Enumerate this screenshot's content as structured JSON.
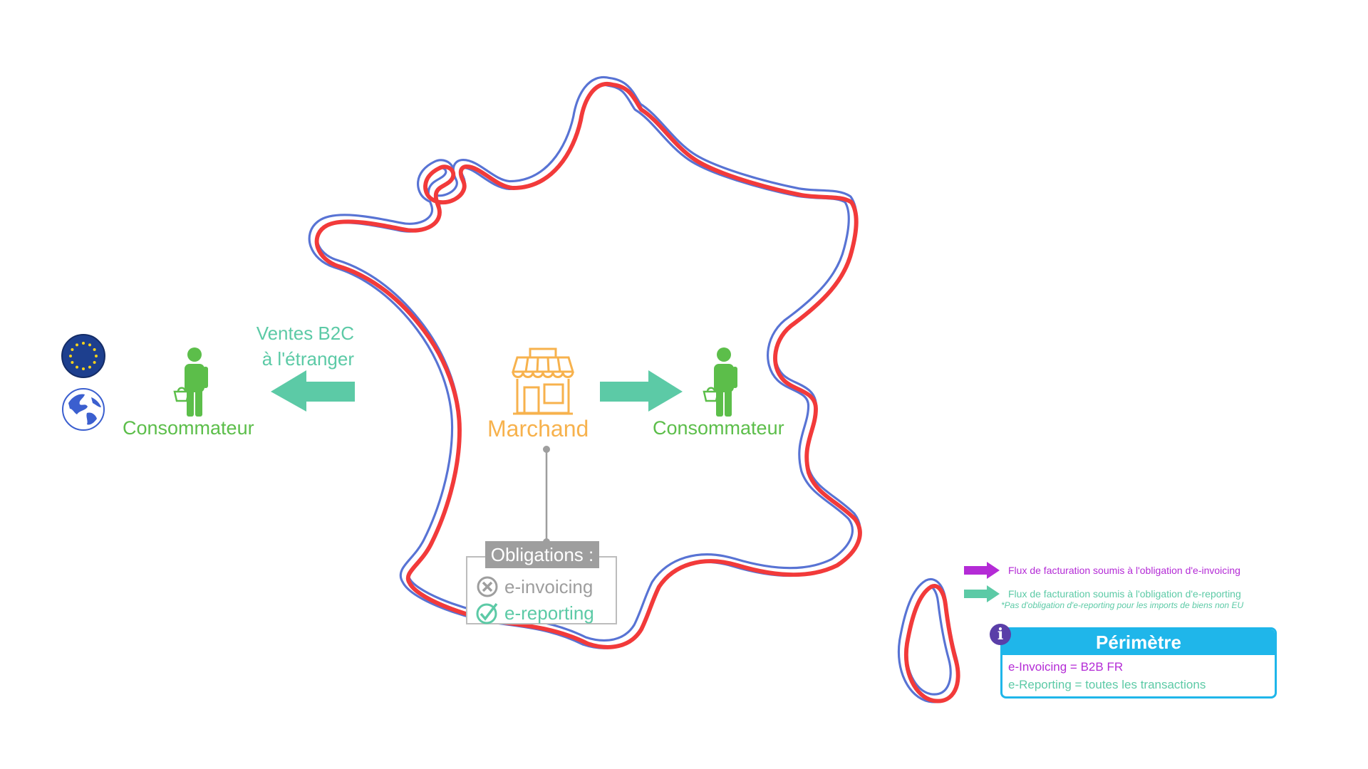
{
  "colors": {
    "flag_blue": "#5873d4",
    "flag_red": "#f23a3a",
    "merchant_orange": "#f7b24d",
    "consumer_green": "#5cbe4a",
    "reporting_teal": "#5ccaa6",
    "invoicing_purple": "#b42bd6",
    "perimeter_cyan": "#1fb6ea",
    "obligation_grey": "#9e9e9e"
  },
  "left": {
    "eu_flag_icon": "eu-flag-icon",
    "globe_icon": "globe-icon",
    "consumer_label": "Consommateur",
    "arrow_label_line1": "Ventes B2C",
    "arrow_label_line2": "à l'étranger"
  },
  "center": {
    "merchant_icon": "shop-icon",
    "merchant_label": "Marchand",
    "consumer_label": "Consommateur",
    "obligations": {
      "title": "Obligations :",
      "items": [
        {
          "label": "e-invoicing",
          "status": "no",
          "icon": "cross-circle-icon"
        },
        {
          "label": "e-reporting",
          "status": "yes",
          "icon": "check-circle-icon"
        }
      ]
    }
  },
  "legend": {
    "items": [
      {
        "prefix": "Flux de facturation soumis à l'obligation d'",
        "term": "e-invoicing",
        "color": "#b42bd6"
      },
      {
        "prefix": "Flux de facturation soumis à l'obligation d'",
        "term": "e-reporting",
        "color": "#5ccaa6"
      }
    ],
    "note": "*Pas d'obligation d'e-reporting pour les imports de biens non EU"
  },
  "perimeter": {
    "title": "Périmètre",
    "lines": [
      {
        "text": "e-Invoicing = B2B FR",
        "color": "#b42bd6"
      },
      {
        "text": "e-Reporting = toutes les transactions",
        "color": "#5ccaa6"
      }
    ]
  }
}
